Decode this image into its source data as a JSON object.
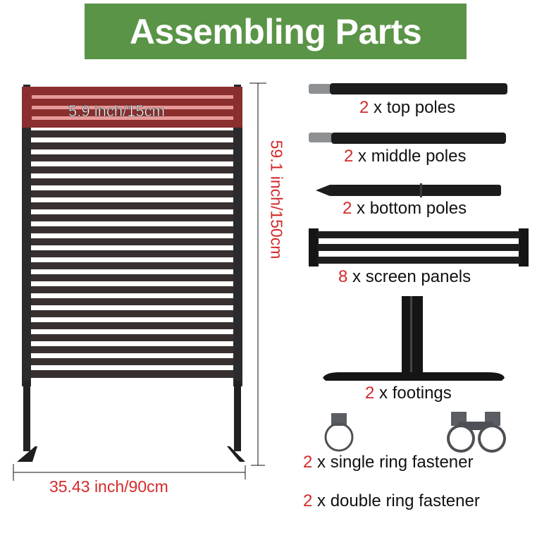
{
  "header": {
    "title": "Assembling Parts",
    "background": "#5a9447"
  },
  "diagram": {
    "panel_height_label": "5.9 inch/15cm",
    "total_height_label": "59.1 inch/150cm",
    "total_width_label": "35.43 inch/90cm",
    "highlight_color": "#8b2e2e",
    "dimension_color": "#d42a2a"
  },
  "parts": [
    {
      "qty": "2",
      "name": "x top poles"
    },
    {
      "qty": "2",
      "name": "x middle poles"
    },
    {
      "qty": "2",
      "name": "x bottom poles"
    },
    {
      "qty": "8",
      "name": "x screen panels"
    },
    {
      "qty": "2",
      "name": "x footings"
    },
    {
      "qty": "2",
      "name": "x single ring fastener"
    },
    {
      "qty": "2",
      "name": "x double ring fastener"
    }
  ]
}
